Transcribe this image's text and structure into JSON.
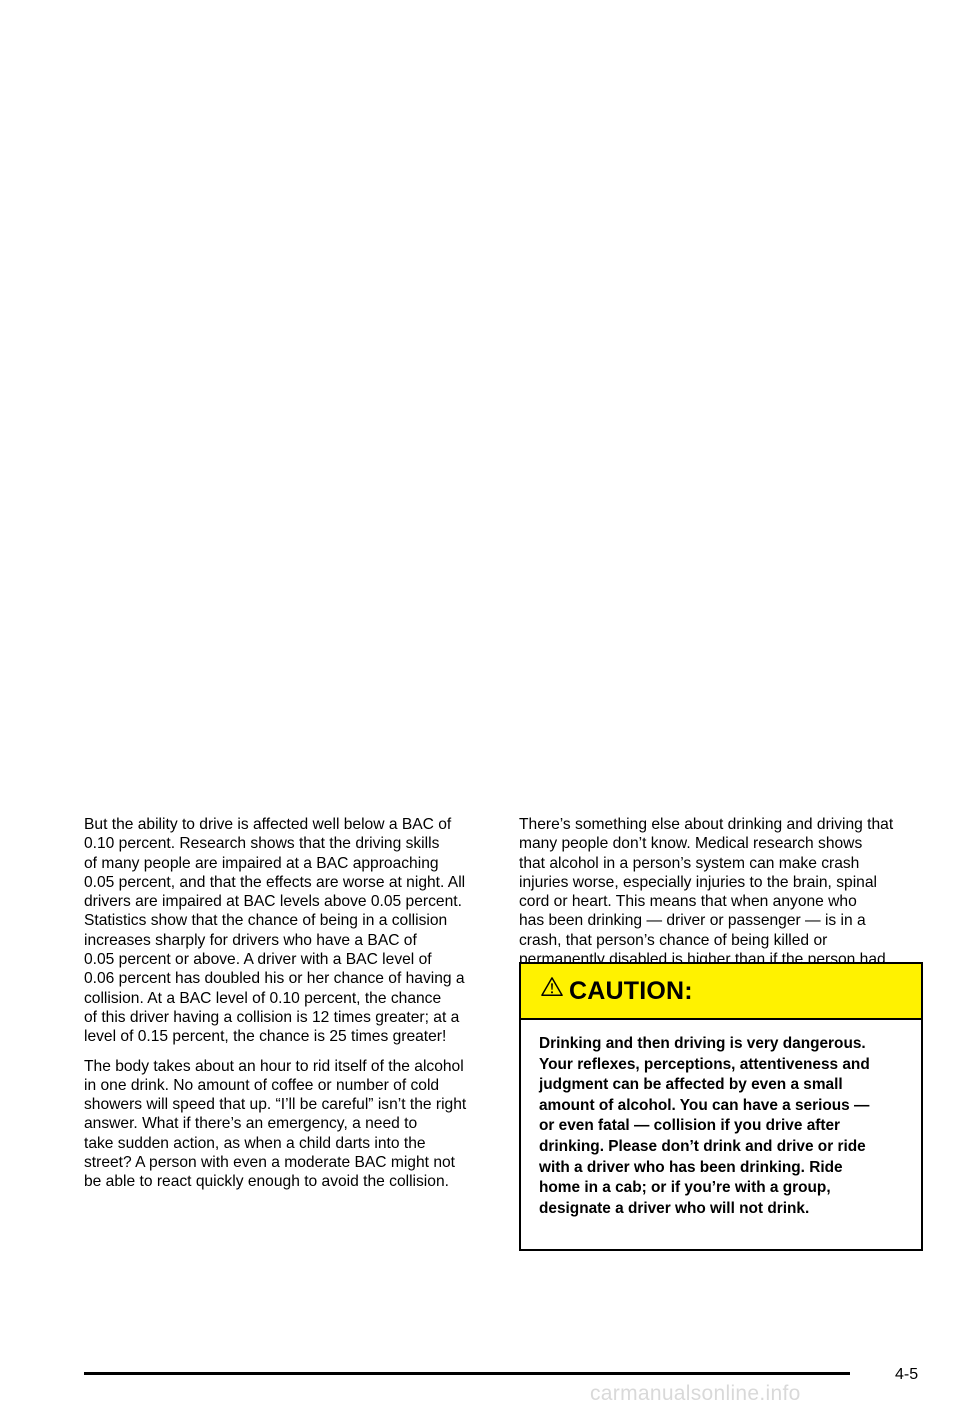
{
  "left_column": {
    "paragraphs": [
      "But the ability to drive is affected well below a BAC of\n0.10 percent. Research shows that the driving skills\nof many people are impaired at a BAC approaching\n0.05 percent, and that the effects are worse at night. All\ndrivers are impaired at BAC levels above 0.05 percent.\nStatistics show that the chance of being in a collision\nincreases sharply for drivers who have a BAC of\n0.05 percent or above. A driver with a BAC level of\n0.06 percent has doubled his or her chance of having a\ncollision. At a BAC level of 0.10 percent, the chance\nof this driver having a collision is 12 times greater; at a\nlevel of 0.15 percent, the chance is 25 times greater!",
      "The body takes about an hour to rid itself of the alcohol\nin one drink. No amount of coffee or number of cold\nshowers will speed that up. “I’ll be careful” isn’t the right\nanswer. What if there’s an emergency, a need to\ntake sudden action, as when a child darts into the\nstreet? A person with even a moderate BAC might not\nbe able to react quickly enough to avoid the collision."
    ]
  },
  "right_column": {
    "paragraphs": [
      "There’s something else about drinking and driving that\nmany people don’t know. Medical research shows\nthat alcohol in a person’s system can make crash\ninjuries worse, especially injuries to the brain, spinal\ncord or heart. This means that when anyone who\nhas been drinking — driver or passenger — is in a\ncrash, that person’s chance of being killed or\npermanently disabled is higher than if the person had\nnot been drinking."
    ]
  },
  "caution": {
    "icon": "warning-triangle-icon",
    "title": "CAUTION:",
    "header_color": "#fff200",
    "body": "Drinking and then driving is very dangerous.\nYour reflexes, perceptions, attentiveness and\njudgment can be affected by even a small\namount of alcohol. You can have a serious —\nor even fatal — collision if you drive after\ndrinking. Please don’t drink and drive or ride\nwith a driver who has been drinking. Ride\nhome in a cab; or if you’re with a group,\ndesignate a driver who will not drink."
  },
  "footer": {
    "page_number": "4-5",
    "watermark": "carmanualsonline.info"
  }
}
